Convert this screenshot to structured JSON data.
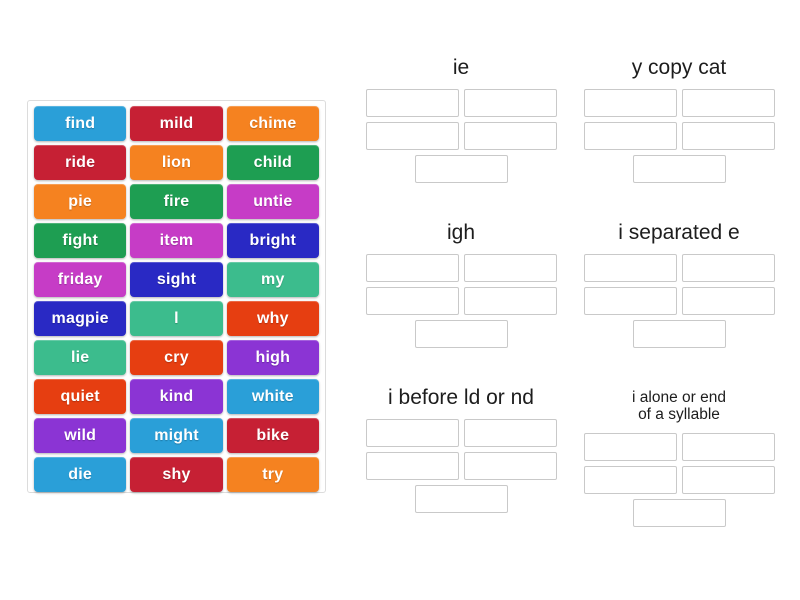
{
  "word_bank": {
    "name": "word-bank",
    "rows": [
      [
        {
          "label": "find",
          "color": "#2a9fd8"
        },
        {
          "label": "mild",
          "color": "#c62034"
        },
        {
          "label": "chime",
          "color": "#f58220"
        }
      ],
      [
        {
          "label": "ride",
          "color": "#c62034"
        },
        {
          "label": "lion",
          "color": "#f58220"
        },
        {
          "label": "child",
          "color": "#1e9e52"
        }
      ],
      [
        {
          "label": "pie",
          "color": "#f58220"
        },
        {
          "label": "fire",
          "color": "#1e9e52"
        },
        {
          "label": "untie",
          "color": "#c63cc6"
        }
      ],
      [
        {
          "label": "fight",
          "color": "#1e9e52"
        },
        {
          "label": "item",
          "color": "#c63cc6"
        },
        {
          "label": "bright",
          "color": "#2929c4"
        }
      ],
      [
        {
          "label": "friday",
          "color": "#c63cc6"
        },
        {
          "label": "sight",
          "color": "#2929c4"
        },
        {
          "label": "my",
          "color": "#3cbc8d"
        }
      ],
      [
        {
          "label": "magpie",
          "color": "#2929c4"
        },
        {
          "label": "l",
          "color": "#3cbc8d"
        },
        {
          "label": "why",
          "color": "#e63e11"
        }
      ],
      [
        {
          "label": "lie",
          "color": "#3cbc8d"
        },
        {
          "label": "cry",
          "color": "#e63e11"
        },
        {
          "label": "high",
          "color": "#8b34d4"
        }
      ],
      [
        {
          "label": "quiet",
          "color": "#e63e11"
        },
        {
          "label": "kind",
          "color": "#8b34d4"
        },
        {
          "label": "white",
          "color": "#2a9fd8"
        }
      ],
      [
        {
          "label": "wild",
          "color": "#8b34d4"
        },
        {
          "label": "might",
          "color": "#2a9fd8"
        },
        {
          "label": "bike",
          "color": "#c62034"
        }
      ],
      [
        {
          "label": "die",
          "color": "#2a9fd8"
        },
        {
          "label": "shy",
          "color": "#c62034"
        },
        {
          "label": "try",
          "color": "#f58220"
        }
      ]
    ]
  },
  "categories": [
    {
      "id": "ie",
      "title": "ie",
      "slots": [
        "",
        "",
        "",
        "",
        ""
      ],
      "two_line": false
    },
    {
      "id": "y-copy-cat",
      "title": "y copy cat",
      "slots": [
        "",
        "",
        "",
        "",
        ""
      ],
      "two_line": false
    },
    {
      "id": "igh",
      "title": "igh",
      "slots": [
        "",
        "",
        "",
        "",
        ""
      ],
      "two_line": false
    },
    {
      "id": "i-separated-e",
      "title": "i separated e",
      "slots": [
        "",
        "",
        "",
        "",
        ""
      ],
      "two_line": false
    },
    {
      "id": "i-before-ld-or-nd",
      "title": "i before ld or nd",
      "slots": [
        "",
        "",
        "",
        "",
        ""
      ],
      "two_line": false
    },
    {
      "id": "i-alone-or-end",
      "title": "i alone or end\nof a syllable",
      "slots": [
        "",
        "",
        "",
        "",
        ""
      ],
      "two_line": true
    }
  ],
  "colors": {
    "background": "#ffffff",
    "container_border": "#dcdcdc",
    "slot_border": "#c9c9c9",
    "title_text": "#1d1d1d",
    "tile_text": "#ffffff"
  }
}
